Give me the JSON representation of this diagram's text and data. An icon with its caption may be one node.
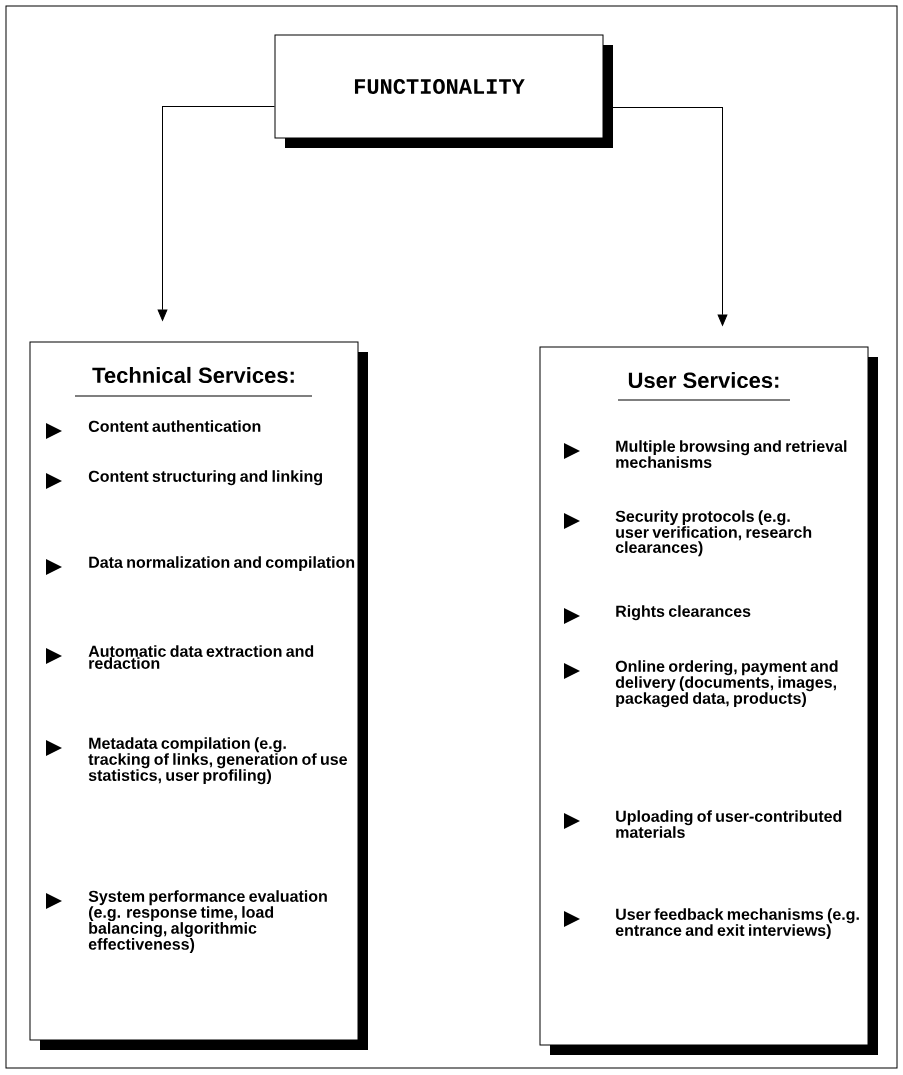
{
  "diagram": {
    "nodes": [
      {
        "text": [
          "FUNCTIONALITY"
        ]
      },
      {
        "text": [
          "Technical Services:",
          "Content authentication",
          "Content structuring and linking",
          "Data normalization and compilation",
          "Automatic data extraction and redaction",
          "Metadata compilation (e.g. tracking of links, generation of use statistics, user profiling)",
          "System performance evaluation (e.g. response time, load balancing, algorithmic effectiveness)"
        ]
      },
      {
        "text": [
          "User Services:",
          "Multiple browsing and retrieval mechanisms",
          "Security protocols (e.g. user verification, research clearances)",
          "Rights clearances",
          "Online ordering, payment and delivery (documents, images, packaged data, products)",
          "Uploading of user-contributed materials",
          "User feedback mechanisms (e.g. entrance and exit interviews)"
        ]
      }
    ],
    "edges": [
      {
        "from": 0,
        "to": 1,
        "arrow": "to"
      },
      {
        "from": 0,
        "to": 2,
        "arrow": "to"
      }
    ]
  }
}
